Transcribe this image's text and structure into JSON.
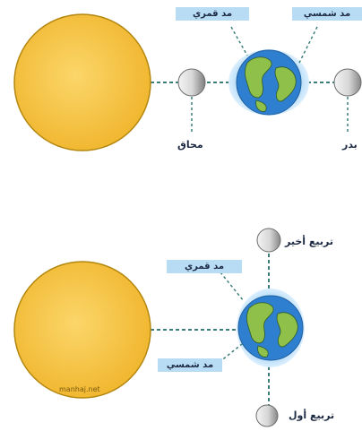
{
  "colors": {
    "sun_fill": "#f6c23e",
    "sun_stroke": "#b38710",
    "earth_ocean": "#2f7fd0",
    "earth_land": "#8fc04a",
    "tidal_bulge": "#a8d6f2",
    "moon_light": "#f2f2f2",
    "moon_dark": "#8a8a8a",
    "dashed_line": "#3c7f7a",
    "tag_bg": "#b7dcf3"
  },
  "icons": [
    "sun-icon",
    "earth-icon",
    "moon-icon"
  ],
  "top": {
    "tag_lunar_tide": "مد قمري",
    "tag_solar_tide": "مد شمسي",
    "moon_new_label": "محاق",
    "moon_full_label": "بدر"
  },
  "bottom": {
    "moon_last_quarter_label": "تربيع أخير",
    "moon_first_quarter_label": "تربيع أول",
    "tag_lunar_tide": "مد قمري",
    "tag_solar_tide": "مد شمسي",
    "watermark": "manhaj.net"
  }
}
